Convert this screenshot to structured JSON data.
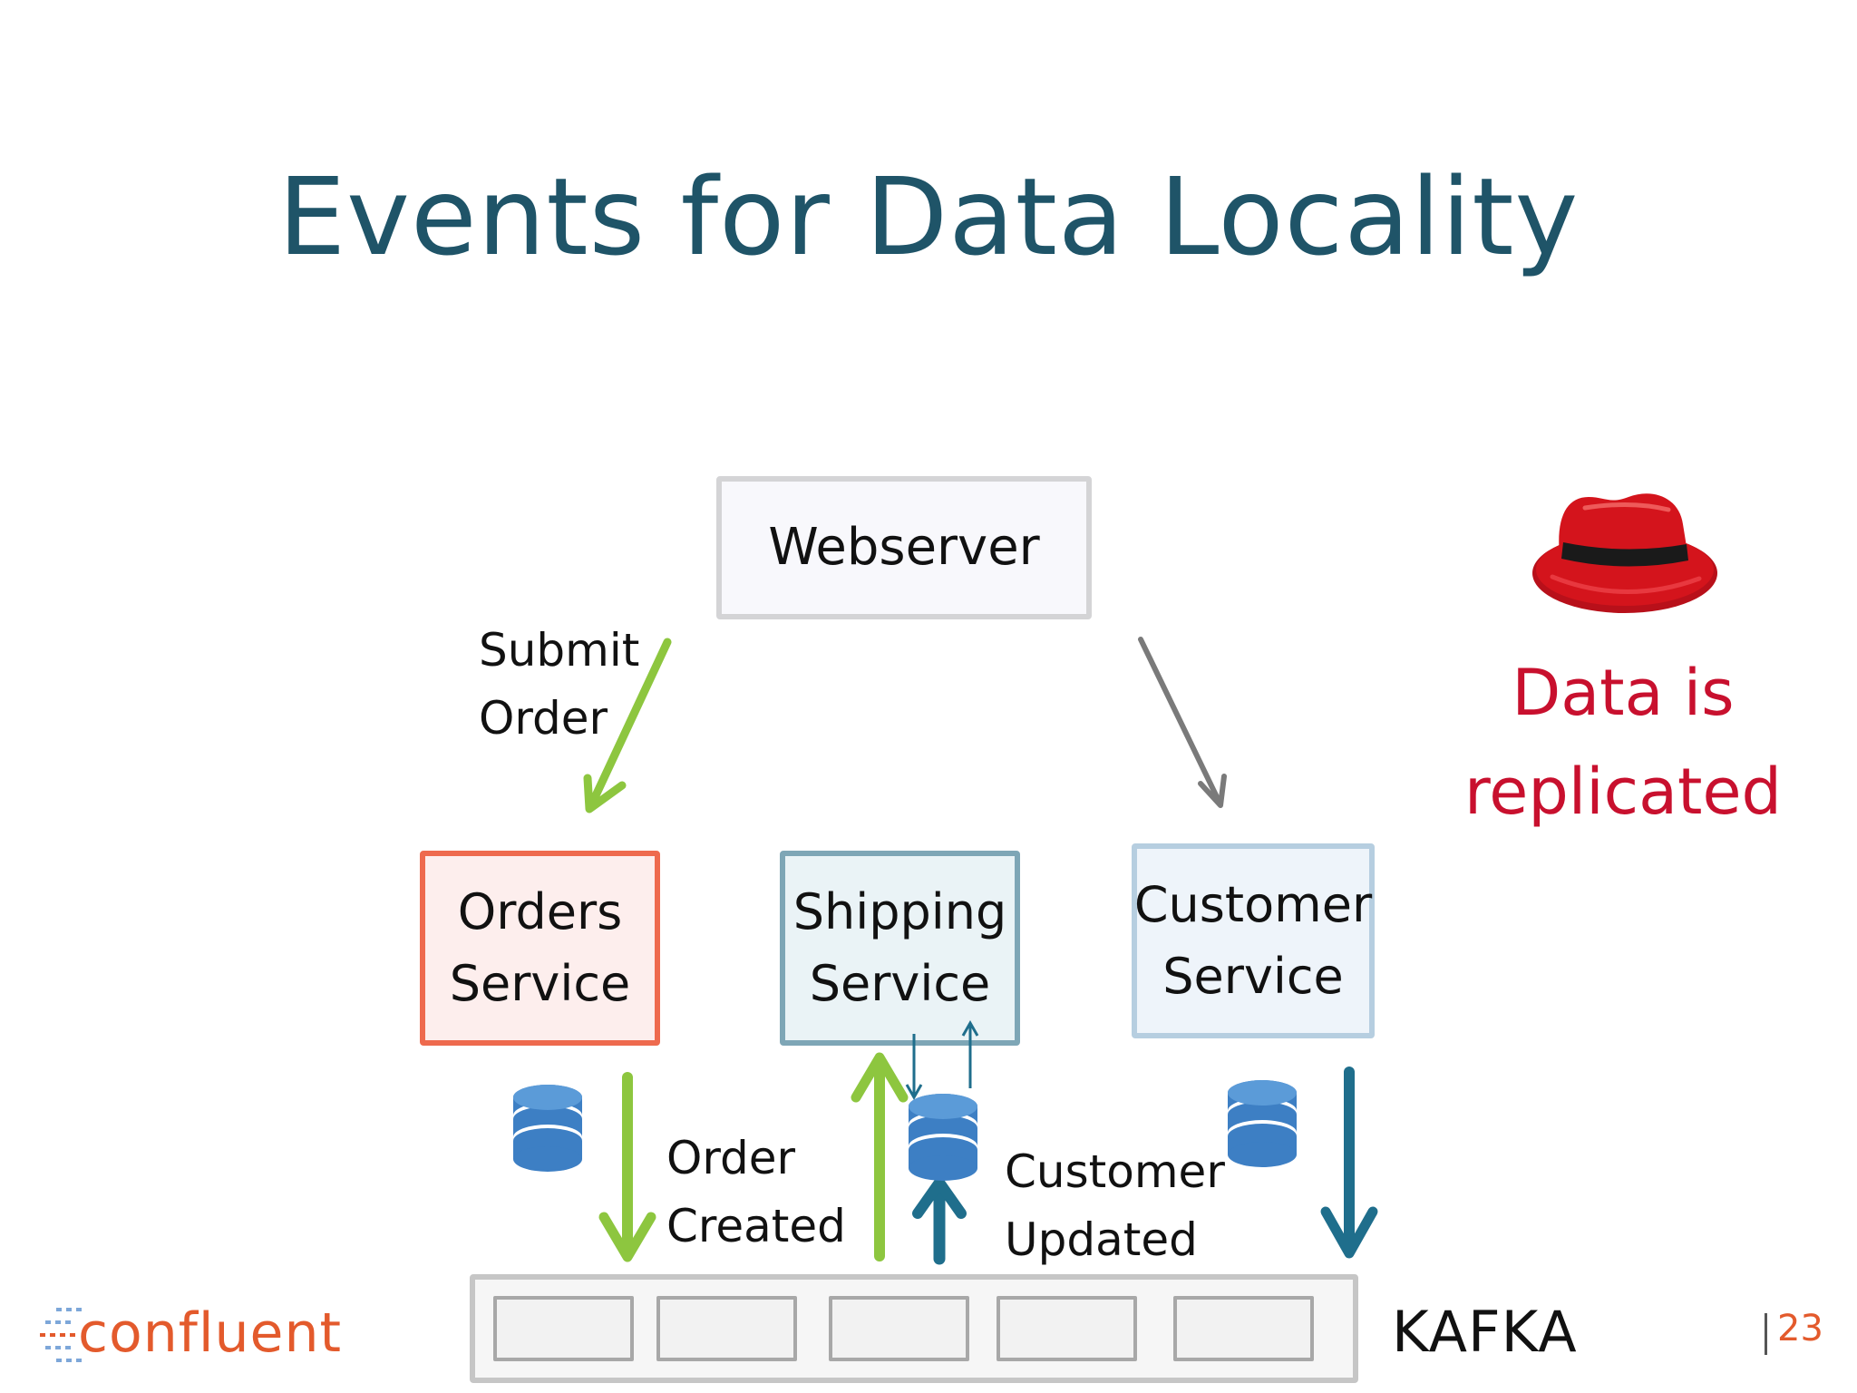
{
  "slide": {
    "title": "Events for Data Locality",
    "page_number": "23"
  },
  "nodes": {
    "webserver": "Webserver",
    "orders": [
      "Orders",
      "Service"
    ],
    "shipping": [
      "Shipping",
      "Service"
    ],
    "customer": [
      "Customer",
      "Service"
    ]
  },
  "edges": {
    "submit_order": [
      "Submit",
      "Order"
    ],
    "order_created": [
      "Order",
      "Created"
    ],
    "customer_updated": [
      "Customer",
      "Updated"
    ]
  },
  "kafka": {
    "label": "KAFKA",
    "cells": 5
  },
  "note": [
    "Data is",
    "replicated"
  ],
  "logo": {
    "text": "confluent"
  },
  "colors": {
    "title": "#1f5468",
    "green_arrow": "#8dc63f",
    "teal_arrow": "#1f6e8c",
    "gray_arrow": "#7a7a7a",
    "database": "#3d7fc4",
    "hat_red": "#d4141c",
    "note_red": "#c8102e",
    "brand_orange": "#e35a2c"
  },
  "icons": [
    "database-icon",
    "red-hat-icon"
  ]
}
